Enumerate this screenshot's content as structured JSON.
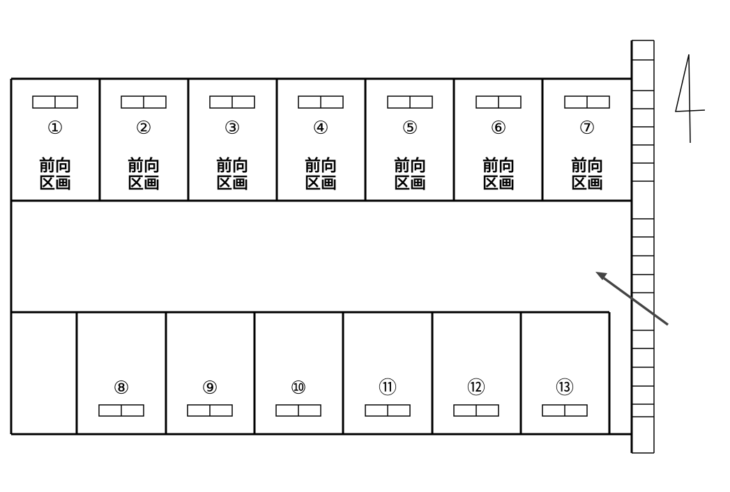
{
  "top_row": [
    {
      "number": "①",
      "label_line1": "前向",
      "label_line2": "区画"
    },
    {
      "number": "②",
      "label_line1": "前向",
      "label_line2": "区画"
    },
    {
      "number": "③",
      "label_line1": "前向",
      "label_line2": "区画"
    },
    {
      "number": "④",
      "label_line1": "前向",
      "label_line2": "区画"
    },
    {
      "number": "⑤",
      "label_line1": "前向",
      "label_line2": "区画"
    },
    {
      "number": "⑥",
      "label_line1": "前向",
      "label_line2": "区画"
    },
    {
      "number": "⑦",
      "label_line1": "前向",
      "label_line2": "区画"
    }
  ],
  "bottom_row": [
    {
      "number": "⑧"
    },
    {
      "number": "⑨"
    },
    {
      "number": "⑩"
    },
    {
      "number": "⑪"
    },
    {
      "number": "⑫"
    },
    {
      "number": "⑬"
    }
  ],
  "road_width_marker": "4"
}
